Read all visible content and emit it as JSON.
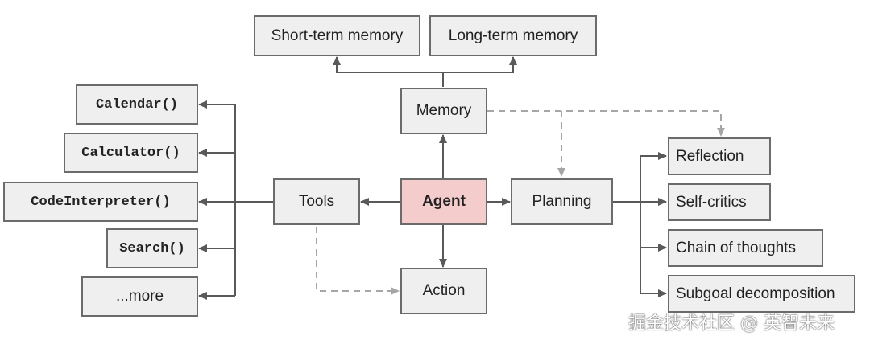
{
  "colors": {
    "box_fill": "#efefef",
    "box_border": "#6b6b6b",
    "agent_fill": "#f4cccc",
    "solid_line": "#595959",
    "dashed_line": "#a6a6a6"
  },
  "nodes": {
    "agent": "Agent",
    "memory": "Memory",
    "short_term_memory": "Short-term memory",
    "long_term_memory": "Long-term memory",
    "tools": "Tools",
    "calendar": "Calendar()",
    "calculator": "Calculator()",
    "code_interpreter": "CodeInterpreter()",
    "search": "Search()",
    "more": "...more",
    "planning": "Planning",
    "reflection": "Reflection",
    "self_critics": "Self-critics",
    "chain_of_thoughts": "Chain of thoughts",
    "subgoal_decomposition": "Subgoal decomposition",
    "action": "Action"
  },
  "edges": [
    {
      "from": "agent",
      "to": "memory",
      "style": "solid"
    },
    {
      "from": "agent",
      "to": "tools",
      "style": "solid"
    },
    {
      "from": "agent",
      "to": "planning",
      "style": "solid"
    },
    {
      "from": "agent",
      "to": "action",
      "style": "solid"
    },
    {
      "from": "memory",
      "to": "short_term_memory",
      "style": "solid"
    },
    {
      "from": "memory",
      "to": "long_term_memory",
      "style": "solid"
    },
    {
      "from": "tools",
      "to": "calendar",
      "style": "solid"
    },
    {
      "from": "tools",
      "to": "calculator",
      "style": "solid"
    },
    {
      "from": "tools",
      "to": "code_interpreter",
      "style": "solid"
    },
    {
      "from": "tools",
      "to": "search",
      "style": "solid"
    },
    {
      "from": "tools",
      "to": "more",
      "style": "solid"
    },
    {
      "from": "planning",
      "to": "reflection",
      "style": "solid"
    },
    {
      "from": "planning",
      "to": "self_critics",
      "style": "solid"
    },
    {
      "from": "planning",
      "to": "chain_of_thoughts",
      "style": "solid"
    },
    {
      "from": "planning",
      "to": "subgoal_decomposition",
      "style": "solid"
    },
    {
      "from": "memory",
      "to": "planning",
      "style": "dashed"
    },
    {
      "from": "memory",
      "to": "reflection",
      "style": "dashed"
    },
    {
      "from": "tools",
      "to": "action",
      "style": "dashed"
    }
  ],
  "watermark": "掘金技术社区 @ 英智未来"
}
